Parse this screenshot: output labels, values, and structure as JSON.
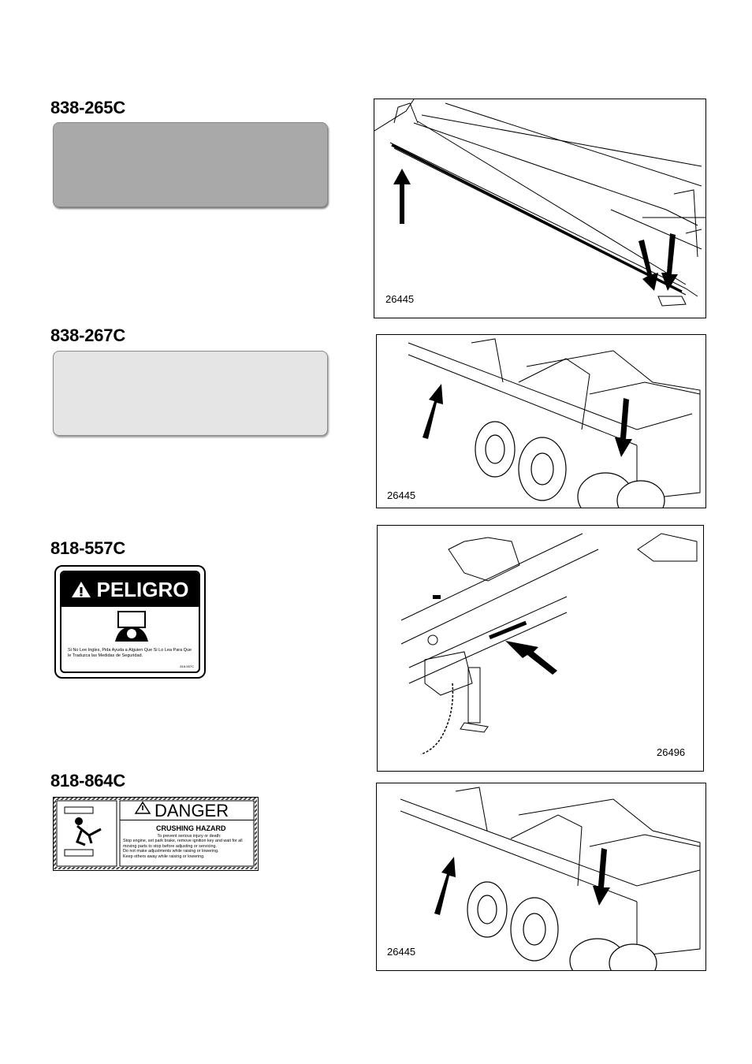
{
  "sections": [
    {
      "part_number": "838-265C",
      "figure_number": "26445"
    },
    {
      "part_number": "838-267C",
      "figure_number": "26445"
    },
    {
      "part_number": "818-557C",
      "figure_number": "26496"
    },
    {
      "part_number": "818-864C",
      "figure_number": "26445"
    }
  ],
  "peligro_decal": {
    "heading": "PELIGRO",
    "text": "Si No Lee Ingles, Pida Ayuda a Alguien Que Si Lo Lea Para Que le Traduzca las Medidas de Seguridad.",
    "code": "818-557C"
  },
  "danger_decal": {
    "heading": "DANGER",
    "subheading": "CRUSHING HAZARD",
    "intro": "To prevent serious injury or death:",
    "bullets": [
      "Stop engine, set park brake, remove ignition key and wait for all moving parts to stop before adjusting or servicing.",
      "Do not make adjustments while raising or lowering.",
      "Keep others away while raising or lowering."
    ]
  },
  "colors": {
    "decal_dark": "#a9a9a9",
    "decal_light": "#e5e5e5"
  }
}
